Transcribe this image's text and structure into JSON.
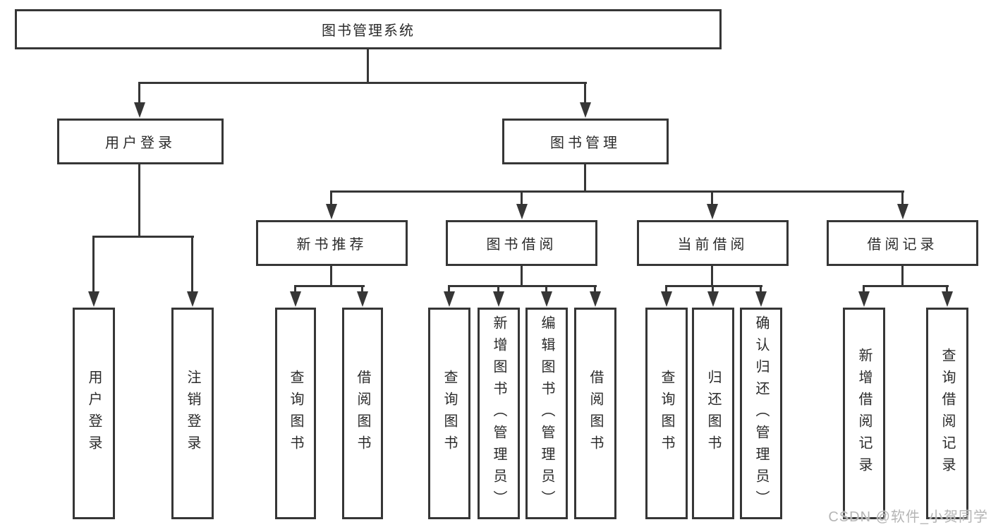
{
  "diagram": {
    "root": "图书管理系统",
    "branches": [
      {
        "label": "用户登录",
        "children": [
          {
            "label": "用户登录"
          },
          {
            "label": "注销登录"
          }
        ]
      },
      {
        "label": "图书管理",
        "groups": [
          {
            "label": "新书推荐",
            "children": [
              {
                "label": "查询图书"
              },
              {
                "label": "借阅图书"
              }
            ]
          },
          {
            "label": "图书借阅",
            "children": [
              {
                "label": "查询图书"
              },
              {
                "label": "新增图书（管理员）"
              },
              {
                "label": "编辑图书（管理员）"
              },
              {
                "label": "借阅图书"
              }
            ]
          },
          {
            "label": "当前借阅",
            "children": [
              {
                "label": "查询图书"
              },
              {
                "label": "归还图书"
              },
              {
                "label": "确认归还（管理员）"
              }
            ]
          },
          {
            "label": "借阅记录",
            "children": [
              {
                "label": "新增借阅记录"
              },
              {
                "label": "查询借阅记录"
              }
            ]
          }
        ]
      }
    ]
  },
  "watermark": {
    "text": "CSDN @软件_小贺同学"
  },
  "colors": {
    "line": "#363636",
    "text": "#2b2b2b",
    "background": "#ffffff",
    "watermark": "#b5b5b5"
  }
}
